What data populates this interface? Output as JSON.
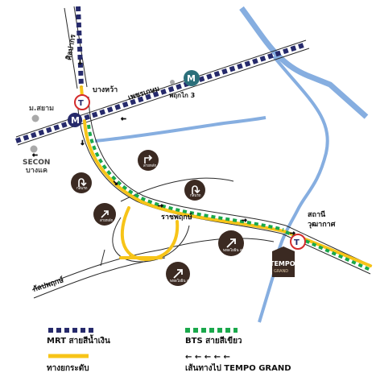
{
  "colors": {
    "river": "#86aee0",
    "road_casing": "#2a2a2a",
    "mrt": "#262a6b",
    "bts": "#1aa84b",
    "elevated": "#f7c418",
    "badge": "#3b2a22",
    "grey_marker": "#a9a9a9",
    "station_ring": "#d42b2b"
  },
  "roads": {
    "silom": "ศิลปากร",
    "phetkasem": "เพชรเกษม",
    "ratchaphruek": "ราชพฤกษ์",
    "kanlapaphruek": "กัลปพฤกษ์"
  },
  "stations": {
    "bang_wa": "บางหว้า",
    "phuttha_thong": "พฤกไก 3",
    "wutthakat_line1": "สถานี",
    "wutthakat_line2": "วุฒากาศ",
    "mrt_letter": "M"
  },
  "places": {
    "siam": "ม.สยาม",
    "secon_line1": "SECON",
    "secon_line2": "บางแค"
  },
  "badges": [
    {
      "icon": "u-turn-icon",
      "text": "กลับรถ"
    },
    {
      "icon": "turn-right-icon",
      "text": "สายหลัก"
    },
    {
      "icon": "u-turn-icon",
      "text": "กลับรถ"
    },
    {
      "icon": "arrow-up-right-icon",
      "text": "สายหลัก"
    },
    {
      "icon": "arrow-up-right-icon",
      "text": "พหลโยธิน สายหลัก"
    },
    {
      "icon": "arrow-up-right-icon",
      "text": "พหลโยธิน สายหลัก"
    }
  ],
  "tempo": {
    "name": "TEMPO",
    "sub": "GRAND"
  },
  "legend": {
    "mrt": "MRT สายสีน้ำเงิน",
    "bts": "BTS สายสีเขียว",
    "elevated": "ทางยกระดับ",
    "route": "เส้นทางไป TEMPO GRAND"
  }
}
